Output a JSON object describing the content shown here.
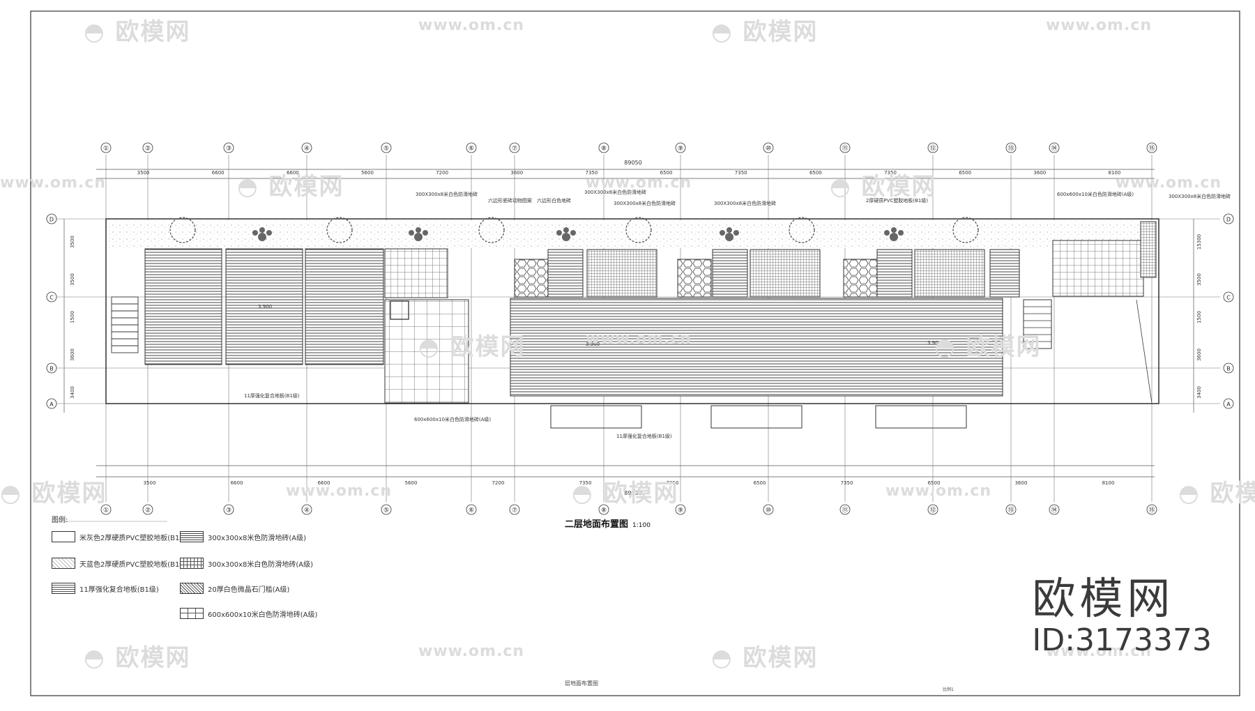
{
  "drawing": {
    "title": "二层地面布置图",
    "scale": "1:100",
    "footer_title": "层地面布置图",
    "footer_mark": "比例1"
  },
  "dimensions": {
    "overall_top": "89050",
    "overall_bottom": "89050",
    "top_bays": [
      "3500",
      "6600",
      "6600",
      "5600",
      "7200",
      "3600",
      "7350",
      "6500",
      "7350",
      "6500",
      "7350",
      "6500",
      "3600",
      "8100"
    ],
    "bottom_bays": [
      "3500",
      "6600",
      "6600",
      "5600",
      "7200",
      "7350",
      "7350",
      "6500",
      "7350",
      "6500",
      "3600",
      "8100"
    ],
    "left_side": [
      "3500",
      "3500",
      "1500",
      "3600",
      "3400"
    ],
    "right_side": [
      "15300",
      "3500",
      "1500",
      "3600",
      "3400"
    ]
  },
  "axes": {
    "vertical": [
      "①",
      "②",
      "③",
      "④",
      "⑤",
      "⑥",
      "⑦",
      "⑧",
      "⑨",
      "⑩",
      "⑪",
      "⑫",
      "⑬",
      "⑭",
      "⑮"
    ],
    "horizontal": [
      "D",
      "C",
      "B",
      "A"
    ]
  },
  "annotations": {
    "a1": "300X300x8米白色防滑地砖",
    "a2": "六边形瓷砖动物图案",
    "a3": "六边形白色地砖",
    "a4": "300X300x8米白色防滑地砖",
    "a5": "300X300x8米白色防滑地砖",
    "a6": "300X300x8米白色防滑地砖",
    "a7": "2厚硬质PVC塑胶地板(B1级)",
    "a8": "600x600x10米白色防滑地砖(A级)",
    "a9": "300X300x8米白色防滑地砖",
    "a10": "11厚强化复合地板(B1级)",
    "a11": "600x600x10米白色防滑地砖(A级)",
    "a12": "11厚强化复合地板(B1级)",
    "elev1": "3.900",
    "elev2": "3.900",
    "elev3": "3.900"
  },
  "legend": {
    "heading": "图例:",
    "items": [
      {
        "label": "米灰色2厚硬质PVC塑胶地板(B1级)",
        "pattern": "blank"
      },
      {
        "label": "天蓝色2厚硬质PVC塑胶地板(B1级)",
        "pattern": "speckle"
      },
      {
        "label": "11厚强化复合地板(B1级)",
        "pattern": "hatch"
      },
      {
        "label": "300x300x8米色防滑地砖(A级)",
        "pattern": "dense-grid"
      },
      {
        "label": "300x300x8米白色防滑地砖(A级)",
        "pattern": "grid"
      },
      {
        "label": "20厚白色微晶石门槛(A级)",
        "pattern": "diagonal"
      },
      {
        "label": "600x600x10米白色防滑地砖(A级)",
        "pattern": "large-grid"
      }
    ]
  },
  "watermark": {
    "logo_text": "欧模网",
    "url_text": "www.om.cn"
  },
  "brand": {
    "name": "欧模网",
    "id": "ID:3173373"
  }
}
